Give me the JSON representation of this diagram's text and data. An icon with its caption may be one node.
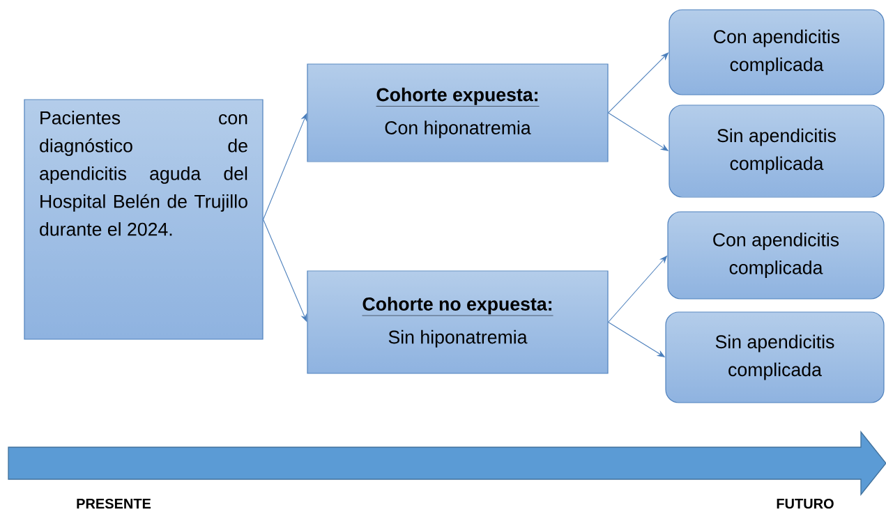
{
  "diagram": {
    "nodes": [
      {
        "text": [
          "Pacientes con diagnóstico de apendicitis aguda del Hospital Belén de Trujillo durante el 2024."
        ]
      },
      {
        "text": [
          "Cohorte expuesta:",
          "Con hiponatremia"
        ]
      },
      {
        "text": [
          "Cohorte no expuesta:",
          "Sin hiponatremia"
        ]
      },
      {
        "text": [
          "Con apendicitis complicada"
        ]
      },
      {
        "text": [
          "Sin apendicitis complicada"
        ]
      },
      {
        "text": [
          "Con apendicitis complicada"
        ]
      },
      {
        "text": [
          "Sin apendicitis complicada"
        ]
      }
    ],
    "edges": [
      {
        "from": 0,
        "to": 1,
        "arrow": "to"
      },
      {
        "from": 0,
        "to": 2,
        "arrow": "to"
      },
      {
        "from": 1,
        "to": 3,
        "arrow": "to"
      },
      {
        "from": 1,
        "to": 4,
        "arrow": "to"
      },
      {
        "from": 2,
        "to": 5,
        "arrow": "to"
      },
      {
        "from": 2,
        "to": 6,
        "arrow": "to"
      }
    ],
    "labels": [
      "PRESENTE",
      "FUTURO"
    ]
  }
}
